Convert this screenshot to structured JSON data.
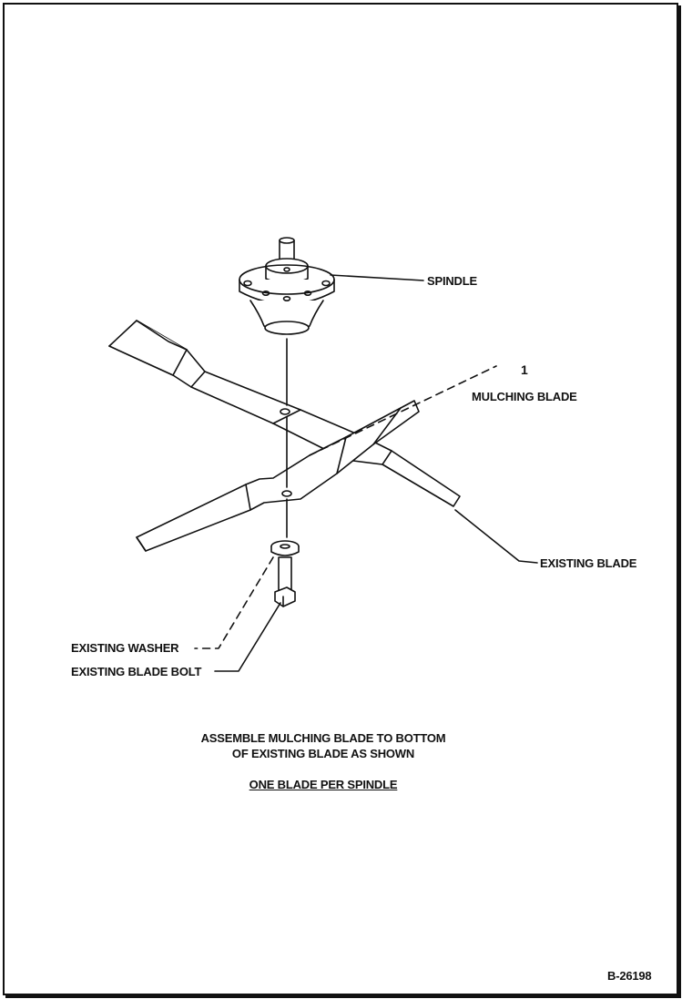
{
  "labels": {
    "spindle": "SPINDLE",
    "item_number": "1",
    "mulching_blade": "MULCHING BLADE",
    "existing_blade": "EXISTING BLADE",
    "existing_washer": "EXISTING WASHER",
    "existing_blade_bolt": "EXISTING BLADE BOLT"
  },
  "instructions": {
    "line1": "ASSEMBLE MULCHING BLADE TO BOTTOM",
    "line2": "OF EXISTING BLADE AS SHOWN",
    "line3": "ONE BLADE PER SPINDLE"
  },
  "figure_id": "B-26198"
}
